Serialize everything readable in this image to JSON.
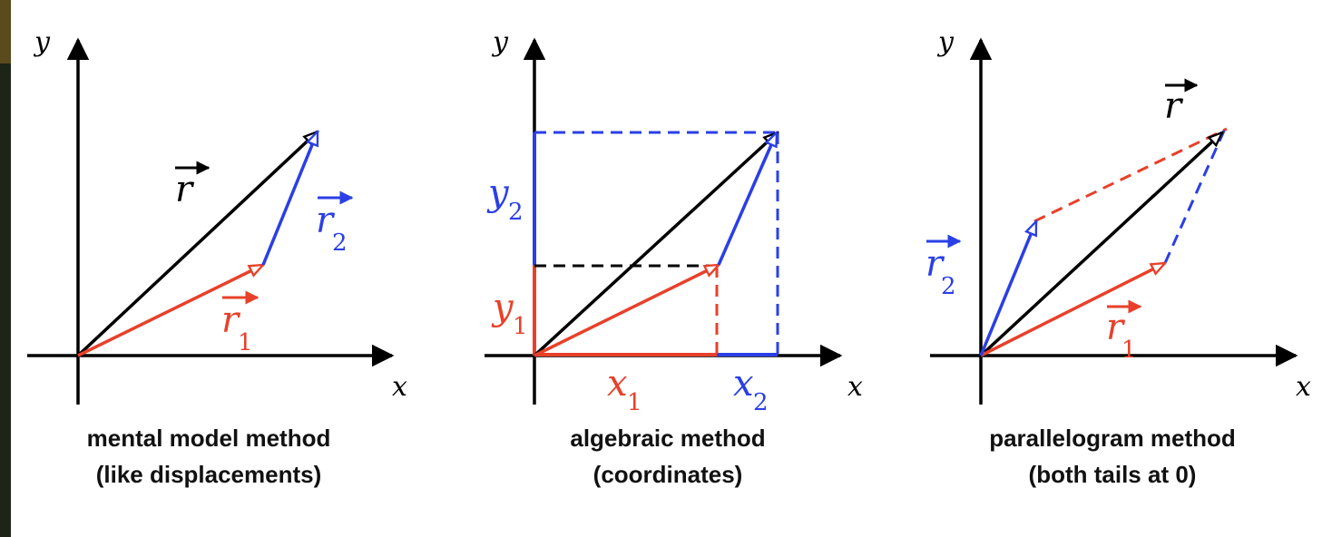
{
  "colors": {
    "red": "#e8402a",
    "blue": "#2a3fe6",
    "black": "#000000"
  },
  "panels": [
    {
      "id": "mental",
      "x_label": "x",
      "y_label": "y",
      "caption_line1": "mental model method",
      "caption_line2": "(like displacements)",
      "r_label": "r",
      "r1_label": "r",
      "r1_sub": "1",
      "r2_label": "r",
      "r2_sub": "2"
    },
    {
      "id": "algebraic",
      "x_label": "x",
      "y_label": "y",
      "caption_line1": "algebraic method",
      "caption_line2": "(coordinates)",
      "x1_label": "x",
      "x1_sub": "1",
      "x2_label": "x",
      "x2_sub": "2",
      "y1_label": "y",
      "y1_sub": "1",
      "y2_label": "y",
      "y2_sub": "2"
    },
    {
      "id": "parallelogram",
      "x_label": "x",
      "y_label": "y",
      "caption_line1": "parallelogram method",
      "caption_line2": "(both tails at 0)",
      "r_label": "r",
      "r1_label": "r",
      "r1_sub": "1",
      "r2_label": "r",
      "r2_sub": "2"
    }
  ]
}
